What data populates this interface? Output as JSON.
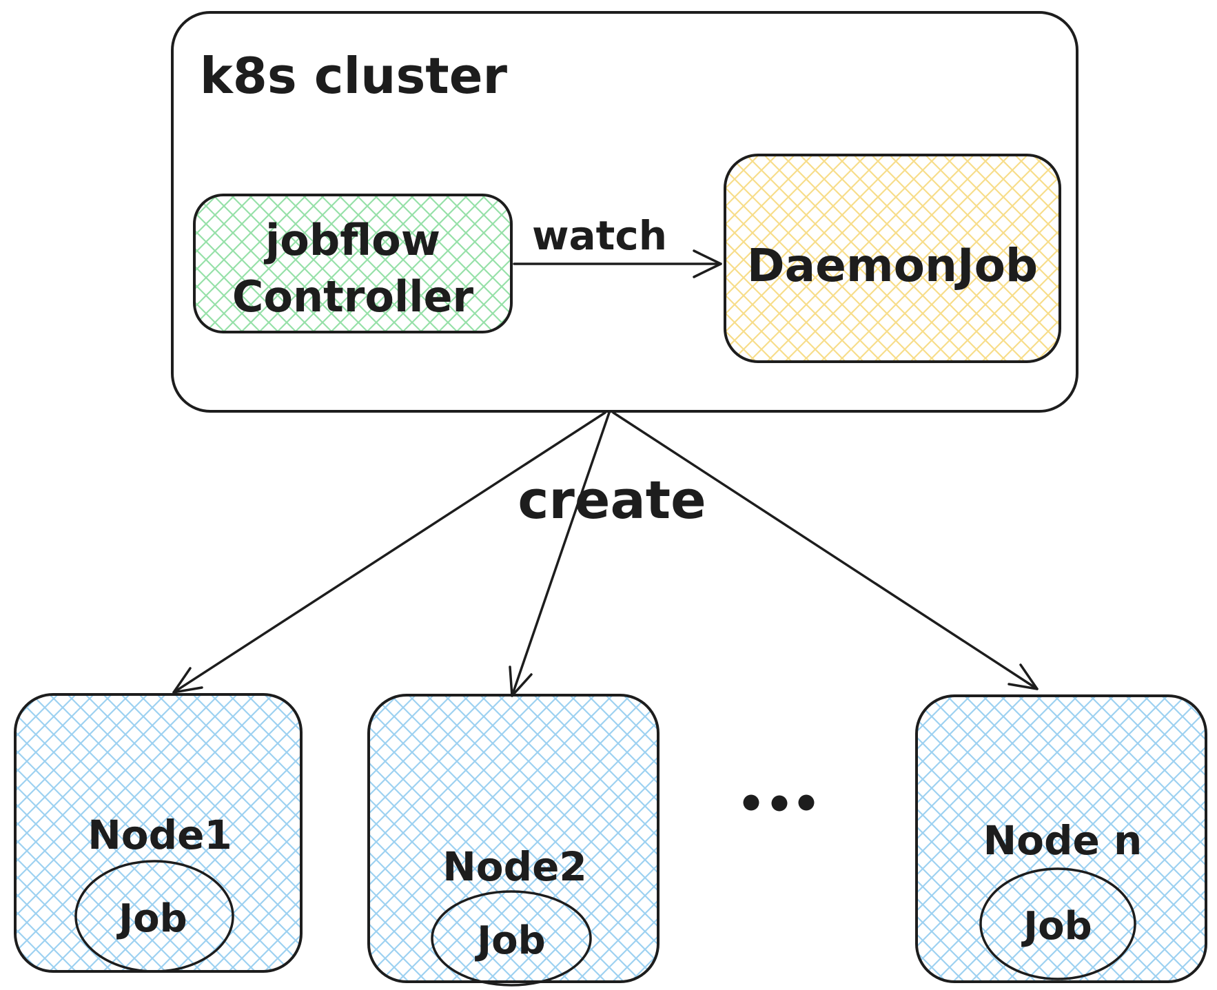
{
  "cluster": {
    "label": "k8s cluster"
  },
  "controller": {
    "line1": "jobflow",
    "line2": "Controller"
  },
  "daemon_job": {
    "label": "DaemonJob"
  },
  "edges": {
    "watch": {
      "label": "watch"
    },
    "create": {
      "label": "create"
    }
  },
  "nodes": [
    {
      "label": "Node1",
      "job": "Job"
    },
    {
      "label": "Node2",
      "job": "Job"
    },
    {
      "label": "Node n",
      "job": "Job"
    }
  ],
  "ellipsis": "...",
  "colors": {
    "stroke": "#1d1d1d",
    "green_hatch": "#96e0a8",
    "yellow_hatch": "#f7dd8a",
    "blue_hatch": "#9dd1f1",
    "background": "#ffffff"
  }
}
